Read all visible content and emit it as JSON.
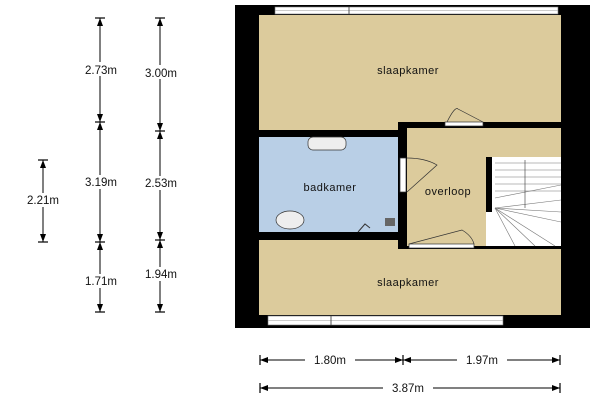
{
  "plan": {
    "rooms": {
      "top_bedroom": "slaapkamer",
      "bathroom": "badkamer",
      "landing": "overloop",
      "bottom_bedroom": "slaapkamer"
    },
    "dimensions": {
      "left_col1": [
        "2.73m",
        "3.19m",
        "1.71m"
      ],
      "left_col2": [
        "3.00m",
        "2.53m",
        "1.94m"
      ],
      "left_col0": "2.21m",
      "bottom_row1": [
        "1.80m",
        "1.97m"
      ],
      "bottom_total": "3.87m"
    },
    "colors": {
      "floor": "#dccb9c",
      "bathroom": "#b9cfe6",
      "wall": "#000000"
    }
  }
}
